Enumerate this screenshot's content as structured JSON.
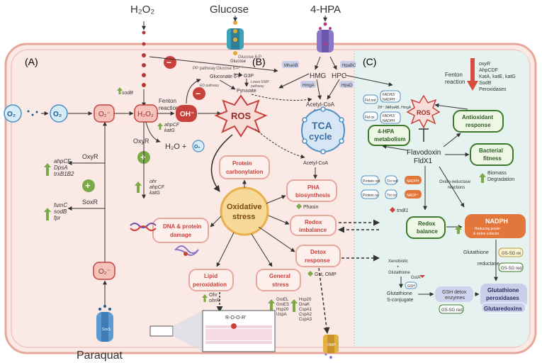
{
  "top_inputs": {
    "h2o2": "H₂O₂",
    "glucose": "Glucose",
    "hpa": "4-HPA"
  },
  "panels": {
    "a": "(A)",
    "b": "(B)",
    "c": "(C)"
  },
  "o2": "O₂",
  "o2_radical": "O₂⁻",
  "h2o2": "H₂O₂",
  "oh_radical": "OH⁻",
  "h2o_o2": "H₂O +",
  "plus_sign": "+",
  "minus_sign": "−",
  "fenton_a": [
    "Fenton",
    "reaction"
  ],
  "sodb": "sodB",
  "ahpcf_katg": [
    "ahpCF",
    "katG"
  ],
  "oxyr": "OxyR",
  "ohr_list": [
    "ohr",
    "ahpCF",
    "katG"
  ],
  "oxyr_genes": [
    "ahpCF",
    "DpsA",
    "trxB1B2"
  ],
  "soxr": "SoxR",
  "soxr_genes": [
    "fumC",
    "sodB",
    "fpr"
  ],
  "paraquat": "Paraquat",
  "soxs": "SoxS",
  "glucose_transporter": "Glucose",
  "pathway": {
    "pp": "PP pathway",
    "glucose6p": "Glucose 6-P",
    "gluconate6p": "Gluconate 6-P",
    "g3p": "G3P",
    "lower_emp": [
      "Lower EMP",
      "pathway"
    ],
    "ed": "ED pathway",
    "pyruvate": "Pyruvate",
    "mhaab": "MhaAB",
    "hpabc": "HpaBC",
    "hmg": "HMG",
    "hpc": "HPC",
    "hmga": "HmgA",
    "hpad": "HpaD",
    "acetyl_coa": "Acetyl-CoA",
    "acetyl_coa2": "Acetyl-CoA"
  },
  "ros": "ROS",
  "tca": [
    "TCA",
    "cycle"
  ],
  "oxidative_stress": [
    "Oxidative",
    "stress"
  ],
  "protein_carbonylation": [
    "Protein",
    "carbonylation"
  ],
  "pha": [
    "PHA",
    "biosynthesis"
  ],
  "phasin": "Phasin",
  "redox_imbalance": [
    "Redox",
    "imbalance"
  ],
  "dna_damage": [
    "DNA & protein",
    "damage"
  ],
  "detox_response": [
    "Detox",
    "response"
  ],
  "gst_omp": "Gst, OMP",
  "lipid_peroxidation": [
    "Lipid",
    "peroxidation"
  ],
  "general_stress": [
    "General",
    "stress"
  ],
  "ohr_genes": [
    "Ohr",
    "ohrR"
  ],
  "general_genes_1": [
    "GroEL",
    "GroES",
    "Hsp20",
    "UspA"
  ],
  "general_genes_2": [
    "Hsp20",
    "DnaK",
    "CspA1",
    "CspA2",
    "CspA3"
  ],
  "roor": "R-O-O-R'",
  "omp": "OMP",
  "panel_c": {
    "fld_red": "Fld red",
    "fld_ox": "Fld ox",
    "fadh2_1": [
      "FADH2/",
      "NADPH"
    ],
    "fadh2_2": [
      "FADH2/",
      "NADPH"
    ],
    "two_h": "2H⁺ 2e",
    "mhaab_hmga": "MhaAB, HmgA",
    "ros": "ROS",
    "hpa_metabolism": [
      "4-HPA",
      "metabolism"
    ],
    "fenton": [
      "Fenton",
      "reaction"
    ],
    "fenton_genes": [
      "oxyR",
      "AhpCDF",
      "KatA, katE, katG",
      "SodB",
      "Peroxidases"
    ],
    "antioxidant": [
      "Antioxidant",
      "response"
    ],
    "flavodoxin": [
      "Flavodoxin",
      "FldX1"
    ],
    "bacterial_fitness": [
      "Bacterial",
      "fitness"
    ],
    "biomass": [
      "Biomass",
      "Degradation"
    ],
    "oxido_reductase": [
      "Oxido-reductase",
      "reactions"
    ],
    "protein_red": "Protein red",
    "protein_ox": "Protein ox",
    "trx_red": "Trx red",
    "trx_ox": "Trx ox",
    "nadph": "NADPH",
    "nadp": "NADP⁺",
    "trxb1": "trxB1",
    "redox_balance": [
      "Redox",
      "balance"
    ],
    "nadph_box": {
      "title": "NADPH",
      "sub": [
        "Reducing power",
        "& redox cofactor"
      ]
    },
    "glutathione_reductase": [
      "Glutathione",
      "reductase"
    ],
    "gssg_ox": "GS-SG ox",
    "gssg_red_1": "GS-SG red",
    "xenobiotic": [
      "Xenobiotic",
      "+",
      "Glutathione"
    ],
    "gsta": "GstA",
    "gsh": "GSH",
    "conjugate": [
      "Glutathione",
      "S-conjugate"
    ],
    "gsh_detox": [
      "GSH detox",
      "enzymes"
    ],
    "gssg_red_2": "GS-SG red",
    "gpx": [
      "Glutathione",
      "peroxidases"
    ],
    "glutaredoxins": "Glutaredoxins"
  },
  "colors": {
    "cell": "#fbe9e6",
    "panel_c": "#e6f2ef",
    "border": "#e7a89b",
    "red": "#c9413c",
    "green": "#7aaa45",
    "blue": "#4d8fc4"
  }
}
